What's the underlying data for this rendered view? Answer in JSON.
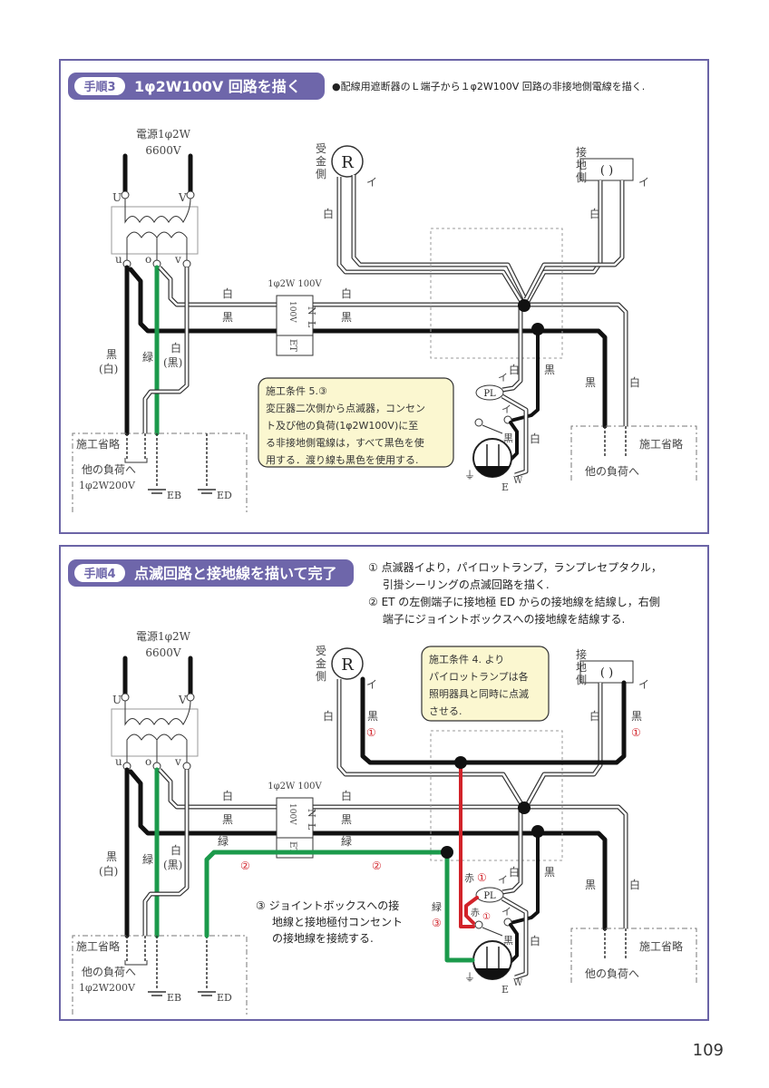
{
  "page_number": "109",
  "colors": {
    "panel_border": "#6b64a6",
    "badge_bg": "#6e66aa",
    "wire_black": "#111111",
    "wire_green": "#1b9a4b",
    "wire_red": "#d2232a",
    "note_bg": "#fbf7d0"
  },
  "step3": {
    "badge": "手順3",
    "title": "1φ2W100V 回路を描く",
    "description": "●配線用遮断器のＬ端子から１φ2W100V 回路の非接地側電線を描く.",
    "note": [
      "施工条件 5.③",
      "変圧器二次側から点滅器，コンセン",
      "ト及び他の負荷(1φ2W100V)に至",
      "る非接地側電線は，すべて黒色を使",
      "用する．渡り線も黒色を使用する."
    ]
  },
  "step4": {
    "badge": "手順4",
    "title": "点滅回路と接地線を描いて完了",
    "instructions": [
      "① 点滅器イより，パイロットランプ，ランプレセプタクル，",
      "　 引掛シーリングの点滅回路を描く.",
      "② ET の左側端子に接地極 ED からの接地線を結線し，右側",
      "　 端子にジョイントボックスへの接地線を結線する."
    ],
    "note": [
      "施工条件 4. より",
      "パイロットランプは各",
      "照明器具と同時に点滅",
      "させる."
    ],
    "annotation": [
      "③ ジョイントボックスへの接",
      "地線と接地極付コンセント",
      "の接地線を接続する."
    ],
    "wire_labels": {
      "black_1": "黒",
      "circle_1": "①",
      "circle_2": "②",
      "circle_3": "③",
      "green": "緑",
      "red": "赤"
    }
  },
  "diagram": {
    "source_line1": "電源1φ2W",
    "source_line2": "6600V",
    "U": "U",
    "V": "V",
    "u": "u",
    "o": "o",
    "v": "v",
    "black": "黒",
    "white_paren": "(白)",
    "green": "緑",
    "white": "白",
    "black_paren": "(黒)",
    "breaker_rating": "1φ2W 100V",
    "breaker_N": "N",
    "breaker_L": "L",
    "breaker_100V": "100V",
    "breaker_ET": "ET",
    "lamp_R": "R",
    "receptacle_side": [
      "受",
      "金",
      "側"
    ],
    "i_mark": "イ",
    "ceiling_box": "( )",
    "ground_side": [
      "接",
      "地",
      "側"
    ],
    "pilot_lamp": "PL",
    "outlet_E": "E",
    "outlet_W": "W",
    "ground_symbol": "⏚",
    "omitted": "施工省略",
    "other_loads": "他の負荷へ",
    "other_loads_200v": "1φ2W200V",
    "EB": "EB",
    "ED": "ED"
  }
}
